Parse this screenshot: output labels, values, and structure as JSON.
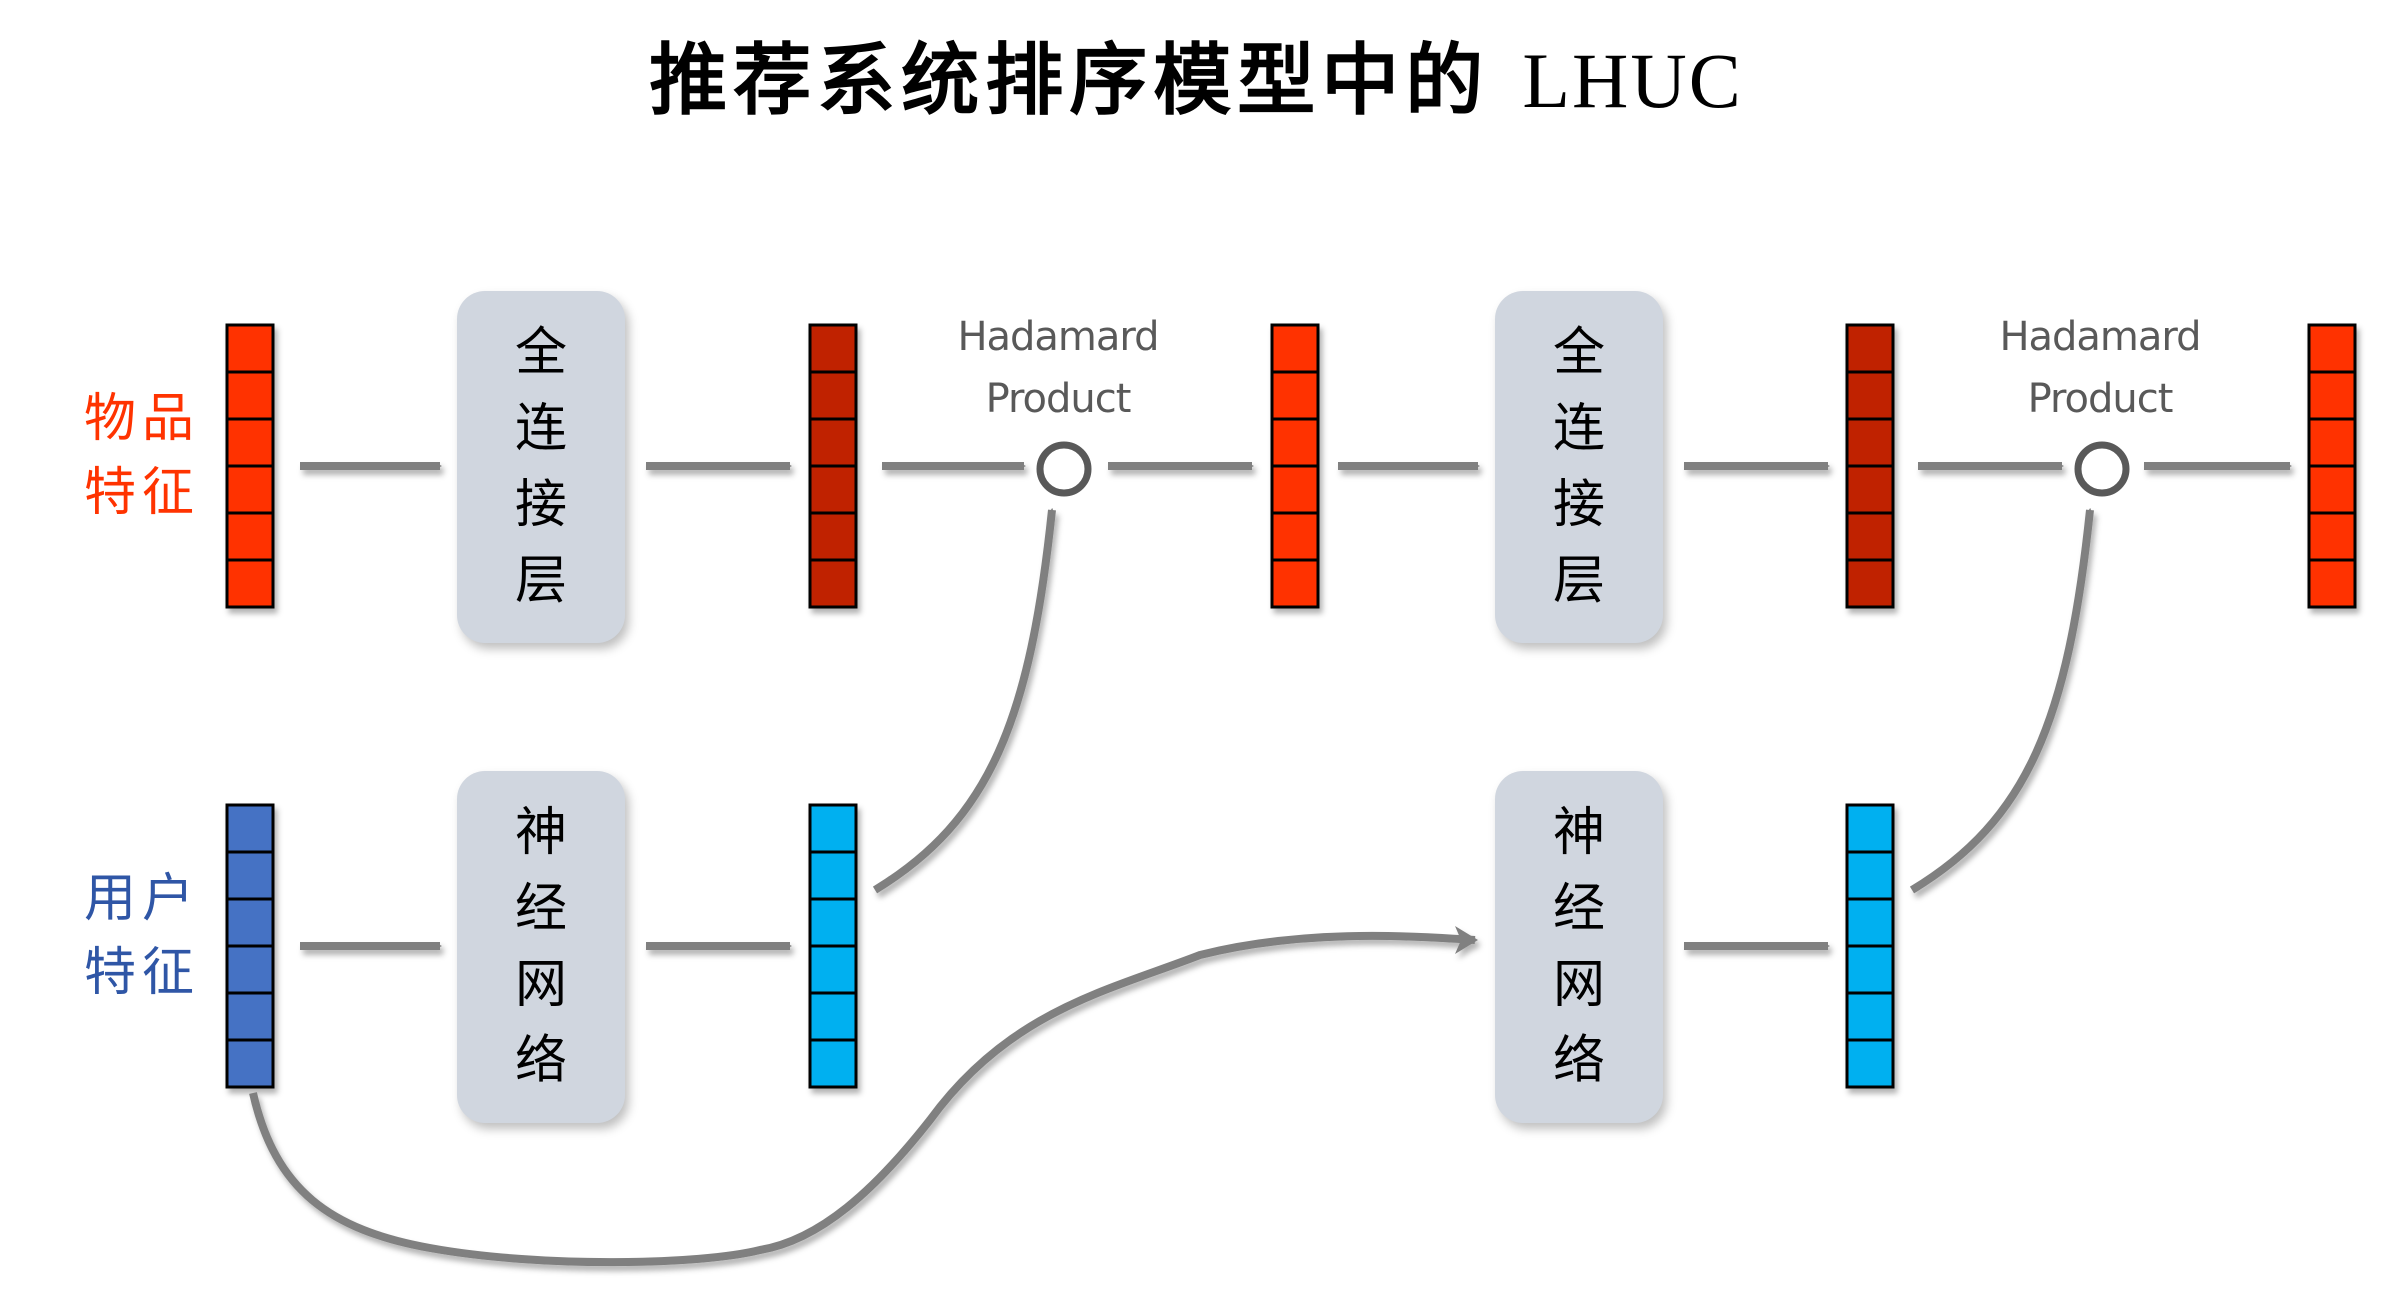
{
  "title": {
    "cjk": "推荐系统排序模型中的",
    "latin": "LHUC"
  },
  "labels": {
    "item_features": {
      "line1": "物品",
      "line2": "特征",
      "color": "#ff3300"
    },
    "user_features": {
      "line1": "用户",
      "line2": "特征",
      "color": "#2f56a6"
    }
  },
  "blocks": {
    "fc_layer": [
      "全",
      "连",
      "接",
      "层"
    ],
    "neural_net": [
      "神",
      "经",
      "网",
      "络"
    ]
  },
  "hadamard": {
    "line1": "Hadamard",
    "line2": "Product"
  },
  "vector": {
    "cells": 6
  },
  "colors": {
    "item_vector": "#ff3300",
    "fc_output_vector": "#c02200",
    "user_vector": "#4472c4",
    "nn_output_vector": "#00b0f0",
    "arrow": "#808080",
    "circle": "#595959",
    "box_fill": "#d0d6df"
  },
  "vectors": [
    {
      "id": "item-input",
      "kind": "item_vector"
    },
    {
      "id": "fc1-output",
      "kind": "fc_output_vector"
    },
    {
      "id": "hadamard1-output",
      "kind": "item_vector"
    },
    {
      "id": "fc2-output",
      "kind": "fc_output_vector"
    },
    {
      "id": "final-output",
      "kind": "item_vector"
    },
    {
      "id": "user-input",
      "kind": "user_vector"
    },
    {
      "id": "nn1-output",
      "kind": "nn_output_vector"
    },
    {
      "id": "nn2-output",
      "kind": "nn_output_vector"
    }
  ]
}
